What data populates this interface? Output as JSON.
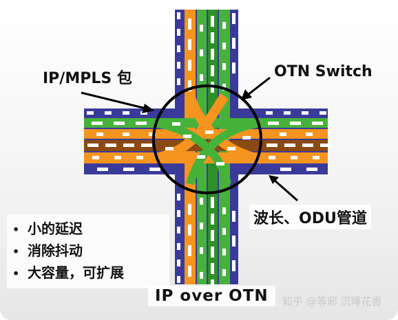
{
  "labels": {
    "ip_mpls": "IP/MPLS 包",
    "otn_switch": "OTN Switch",
    "odu_pipe": "波长、ODU管道",
    "title": "IP  over  OTN"
  },
  "benefits": [
    "小的延迟",
    "消除抖动",
    "大容量，可扩展"
  ],
  "bullet": "•",
  "watermark": "知乎 @等邪 沉睡花香",
  "colors": {
    "navy": "#3a3a9a",
    "green": "#46b23a",
    "dark_green": "#2f8f2a",
    "orange": "#f5941f",
    "brown": "#8a4a12",
    "packet": "#ffffff",
    "circle": "#000000"
  }
}
